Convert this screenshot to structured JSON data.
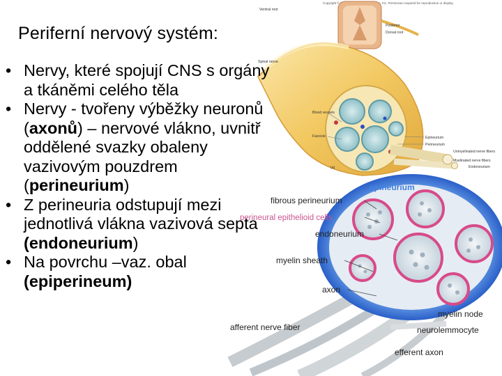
{
  "slide": {
    "title": "Periferní nervový systém:",
    "bullets": [
      {
        "parts": [
          {
            "text": "Nervy, které spojují CNS s orgány a tkáněmi celého těla",
            "bold": false
          }
        ]
      },
      {
        "parts": [
          {
            "text": "Nervy - tvořeny výběžky neuronů (",
            "bold": false
          },
          {
            "text": "axonů",
            "bold": true
          },
          {
            "text": ") – nervové vlákno, uvnitř oddělené svazky obaleny vazivovým pouzdrem (",
            "bold": false
          },
          {
            "text": "perineurium",
            "bold": true
          },
          {
            "text": ")",
            "bold": false
          }
        ]
      },
      {
        "parts": [
          {
            "text": "Z perineuria odstupují mezi jednotlivá vlákna vazivová septa ",
            "bold": false
          },
          {
            "text": "(endoneurium",
            "bold": true
          },
          {
            "text": ")",
            "bold": false
          }
        ]
      },
      {
        "parts": [
          {
            "text": "Na povrchu –vaz. obal ",
            "bold": false
          },
          {
            "text": "(epiperineum)",
            "bold": true
          }
        ]
      }
    ]
  },
  "figure_top": {
    "copyright": "Copyright © The McGraw-Hill Companies, Inc. Permission required for reproduction or display.",
    "labels": {
      "posterior": "Posterior",
      "root1": "Dorsal root",
      "ventral_root": "Ventral root",
      "spinal_nerve": "Spinal nerve",
      "blood_vessels": "Blood vessels",
      "fascicle": "Fascicle",
      "epineurium": "Epineurium",
      "perineurium": "Perineurium",
      "unmyelinated": "Unmyelinated nerve fibers",
      "myelinated": "Myelinated nerve fibers",
      "endoneurium": "Endoneurium",
      "panel": "(a)"
    }
  },
  "figure_bottom": {
    "labels": {
      "epineurium": "epineurium",
      "fibrous_perineurium": "fibrous perineurium",
      "perineural_cells": "perineural epithelioid cells",
      "endoneurium": "endoneurium",
      "myelin_sheath": "myelin sheath",
      "axon": "axon",
      "myelin_node": "myelin node",
      "afferent": "afferent nerve fiber",
      "neurolemmocyte": "neurolemmocyte",
      "efferent": "efferent axon"
    }
  },
  "colors": {
    "nerve_yellow": "#f4d27a",
    "epineurium_blue": "#2f6fd6",
    "perineurium_pink": "#d84a8a",
    "fascicle_teal": "#7fb8c2",
    "label_purple": "#c06090"
  }
}
